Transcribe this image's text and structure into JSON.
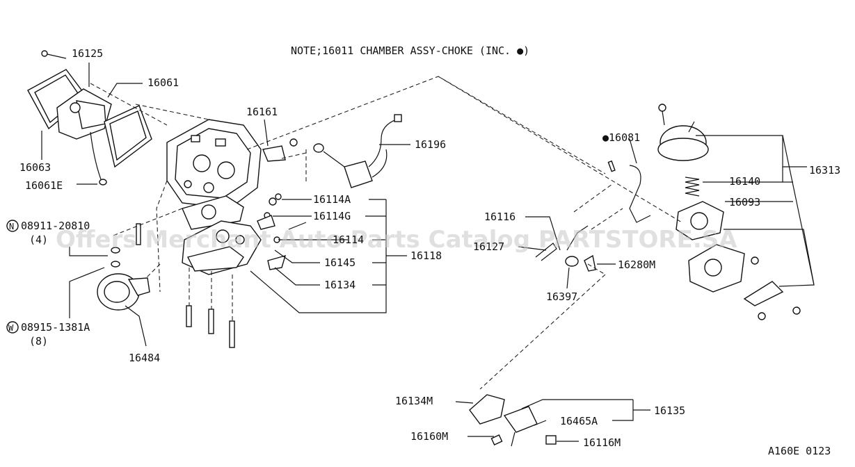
{
  "note": "NOTE;16011 CHAMBER ASSY-CHOKE (INC. ●)",
  "watermark": "Offers Merchant Auto Parts Catalog PARTSTORE.SA",
  "diagram_code": "A160E 0123",
  "labels": {
    "p16125": "16125",
    "p16061": "16061",
    "p16063": "16063",
    "p16061E": "16061E",
    "p16161": "16161",
    "p16196": "16196",
    "p16114A": "16114A",
    "p16114G": "16114G",
    "p16114": "16114",
    "p16145": "16145",
    "p16118": "16118",
    "p16134": "16134",
    "p16484": "16484",
    "p08911_20810": "08911-20810",
    "p08911_qty": "(4)",
    "p08911_symbol": "N",
    "p08915_1381A": "08915-1381A",
    "p08915_qty": "(8)",
    "p08915_symbol": "W",
    "p16081": "●16081",
    "p16313": "16313",
    "p16140": "16140",
    "p16093": "16093",
    "p16116": "16116",
    "p16127": "16127",
    "p16280M": "16280M",
    "p16397": "16397",
    "p16134M": "16134M",
    "p16135": "16135",
    "p16465A": "16465A",
    "p16160M": "16160M",
    "p16116M": "16116M"
  }
}
